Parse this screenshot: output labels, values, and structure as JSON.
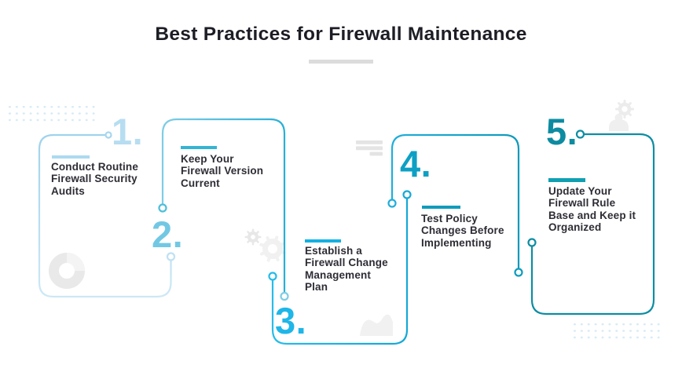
{
  "title": "Best Practices for Firewall Maintenance",
  "steps": [
    {
      "number": "1.",
      "label": "Conduct Routine\nFirewall Security\nAudits",
      "num_color": "#b7ddf1",
      "bar_color": "#abdaf0"
    },
    {
      "number": "2.",
      "label": "Keep Your\nFirewall Version\nCurrent",
      "num_color": "#72c8e3",
      "bar_color": "#35b4d4"
    },
    {
      "number": "3.",
      "label": "Establish a\nFirewall Change\nManagement\nPlan",
      "num_color": "#1fb6e8",
      "bar_color": "#14b0e2"
    },
    {
      "number": "4.",
      "label": "Test Policy\nChanges Before\nImplementing",
      "num_color": "#0da0c4",
      "bar_color": "#0f9cbc"
    },
    {
      "number": "5.",
      "label": "Update Your\nFirewall Rule\nBase and Keep it\nOrganized",
      "num_color": "#0d8ba1",
      "bar_color": "#11a0b2"
    }
  ],
  "palette": {
    "path1": "#aedaf0",
    "path2": "#49bcd9",
    "path3": "#1fb4e4",
    "path4": "#17a4c9",
    "path5": "#0e8da3",
    "title_text": "#1d1d25",
    "body_text": "#2d2d35",
    "divider_gray": "#dcdcdc",
    "decor_gray": "#ececec",
    "dots_blue": "#d7ebf7"
  },
  "icons": [
    "dots-grid-icon",
    "donut-chart-icon",
    "gears-icon",
    "menu-lines-icon",
    "area-chart-icon",
    "user-gear-icon",
    "dots-grid-icon"
  ]
}
